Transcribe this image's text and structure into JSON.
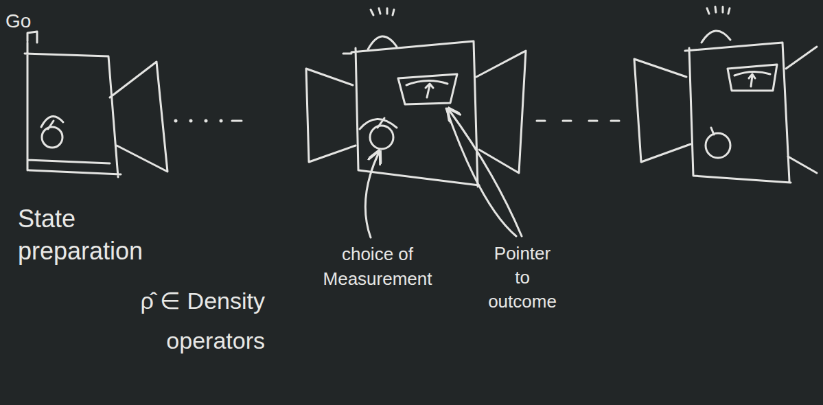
{
  "diagram": {
    "labels": [
      "Go",
      "State preparation",
      "ρ̂ ∈ Density operators",
      "choice of Measurement",
      "Pointer to outcome"
    ]
  }
}
